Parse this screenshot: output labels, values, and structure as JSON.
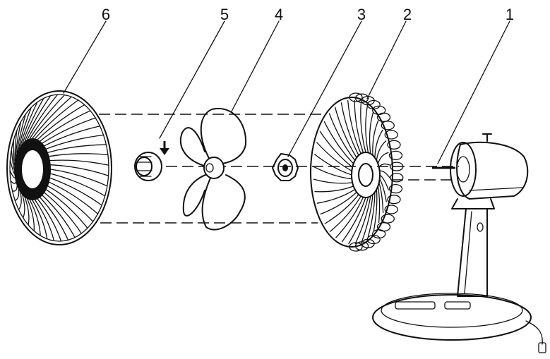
{
  "parts": [
    {
      "number": "1",
      "icon": "motor-head-icon"
    },
    {
      "number": "2",
      "icon": "rear-guard-icon"
    },
    {
      "number": "3",
      "icon": "mounting-nut-icon"
    },
    {
      "number": "4",
      "icon": "fan-blade-icon"
    },
    {
      "number": "5",
      "icon": "spinner-cap-icon"
    },
    {
      "number": "6",
      "icon": "front-guard-icon"
    }
  ],
  "colors": {
    "ink": "#111111",
    "background": "#ffffff"
  }
}
